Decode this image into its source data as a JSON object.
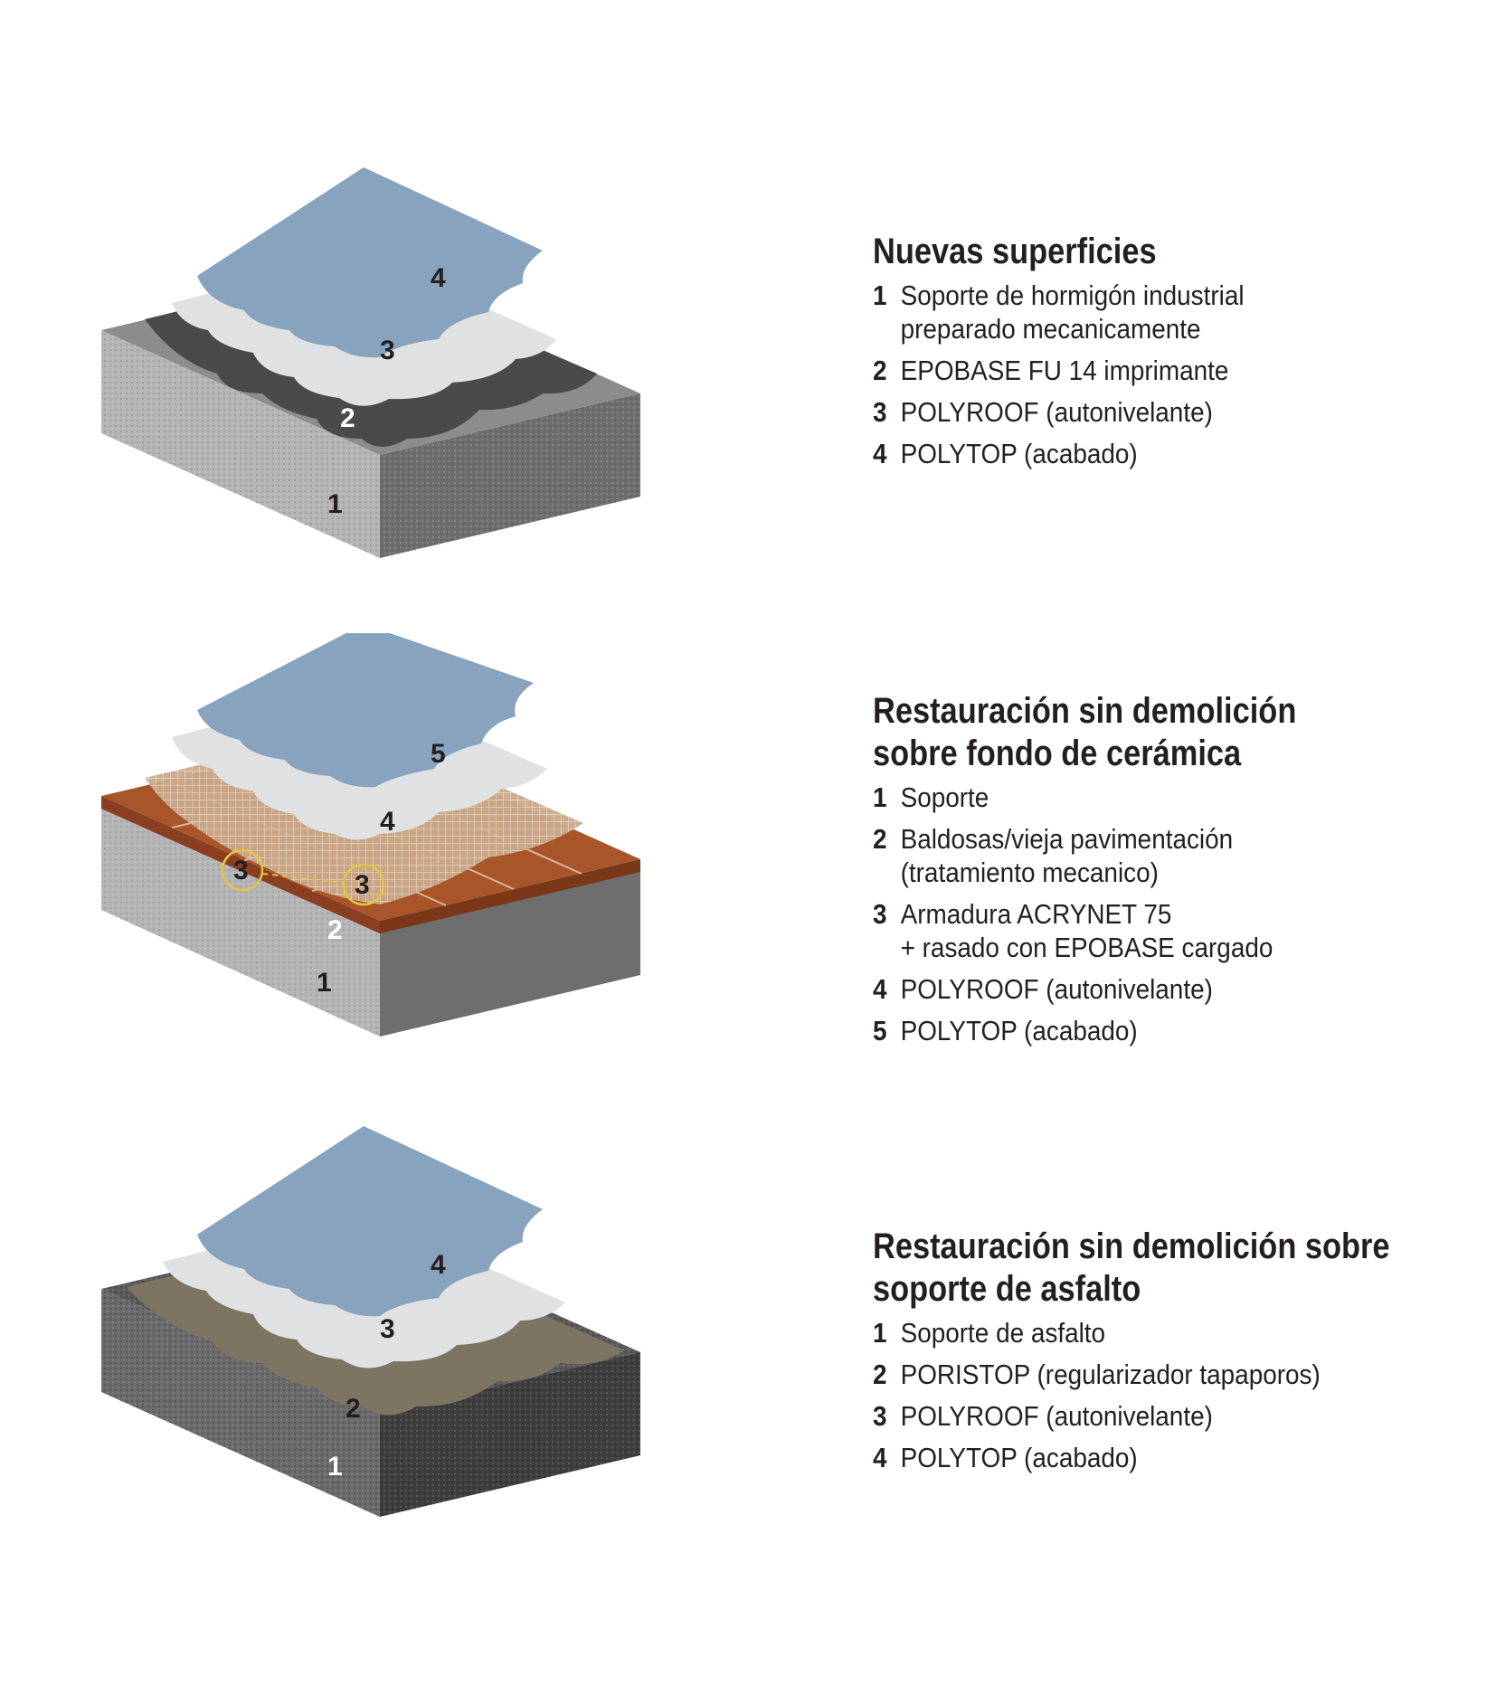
{
  "panels": [
    {
      "title": "Nuevas superficies",
      "layer_labels": [
        "1",
        "2",
        "3",
        "4"
      ],
      "items": [
        {
          "num": "1",
          "text": "Soporte de hormigón industrial\npreparado mecanicamente"
        },
        {
          "num": "2",
          "text": "EPOBASE FU 14 imprimante"
        },
        {
          "num": "3",
          "text": "POLYROOF (autonivelante)"
        },
        {
          "num": "4",
          "text": "POLYTOP (acabado)"
        }
      ]
    },
    {
      "title": "Restauración sin demolición sobre fondo de cerámica",
      "layer_labels": [
        "1",
        "2",
        "3",
        "3",
        "4",
        "5"
      ],
      "items": [
        {
          "num": "1",
          "text": "Soporte"
        },
        {
          "num": "2",
          "text": "Baldosas/vieja pavimentación\n(tratamiento mecanico)"
        },
        {
          "num": "3",
          "text": "Armadura ACRYNET 75\n+ rasado con EPOBASE cargado"
        },
        {
          "num": "4",
          "text": "POLYROOF (autonivelante)"
        },
        {
          "num": "5",
          "text": "POLYTOP (acabado)"
        }
      ]
    },
    {
      "title": "Restauración sin demolición  sobre soporte de asfalto",
      "layer_labels": [
        "1",
        "2",
        "3",
        "4"
      ],
      "items": [
        {
          "num": "1",
          "text": "Soporte de asfalto"
        },
        {
          "num": "2",
          "text": "PORISTOP (regularizador tapaporos)"
        },
        {
          "num": "3",
          "text": "POLYROOF (autonivelante)"
        },
        {
          "num": "4",
          "text": "POLYTOP (acabado)"
        }
      ]
    }
  ],
  "colors": {
    "concrete_top": "#8c8c8c",
    "concrete_left": "#b4b4b4",
    "concrete_right": "#6e6e6e",
    "primer": "#4a4a4a",
    "polyroof": "#dfe1e3",
    "polytop": "#88a3bd",
    "tile": "#a8552a",
    "mesh": "#c9a98a",
    "asphalt_left": "#6a6a6a",
    "asphalt_right": "#3e3e3e",
    "poristop": "#7d7462",
    "highlight_circle": "#e2c640"
  }
}
